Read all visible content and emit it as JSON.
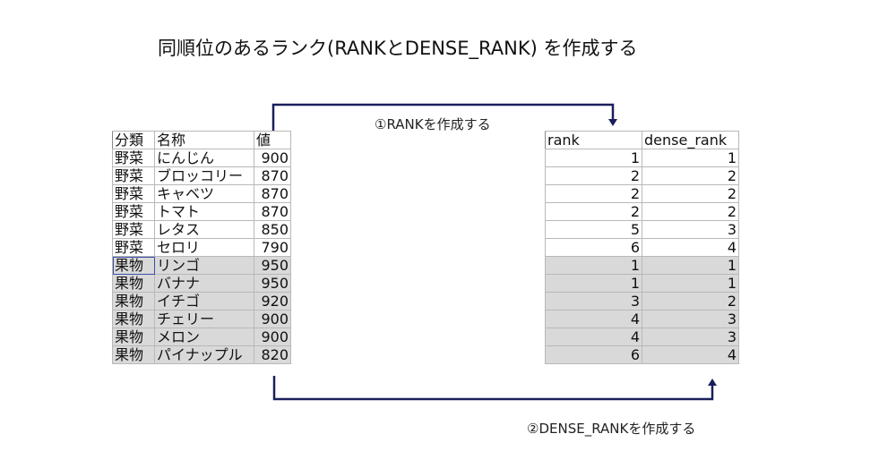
{
  "title": "同順位のあるランク(RANKとDENSE_RANK) を作成する",
  "arrow_labels": {
    "rank": "①RANKを作成する",
    "dense_rank": "②DENSE_RANKを作成する"
  },
  "colors": {
    "arrow": "#1a1f5c",
    "fruit_row_bg": "#d9d9d9",
    "grid_line": "#b8b8b8"
  },
  "source_table": {
    "headers": [
      "分類",
      "名称",
      "値"
    ],
    "rows": [
      {
        "category": "野菜",
        "name": "にんじん",
        "value": "900"
      },
      {
        "category": "野菜",
        "name": "ブロッコリー",
        "value": "870"
      },
      {
        "category": "野菜",
        "name": "キャベツ",
        "value": "870"
      },
      {
        "category": "野菜",
        "name": "トマト",
        "value": "870"
      },
      {
        "category": "野菜",
        "name": "レタス",
        "value": "850"
      },
      {
        "category": "野菜",
        "name": "セロリ",
        "value": "790"
      },
      {
        "category": "果物",
        "name": "リンゴ",
        "value": "950"
      },
      {
        "category": "果物",
        "name": "バナナ",
        "value": "950"
      },
      {
        "category": "果物",
        "name": "イチゴ",
        "value": "920"
      },
      {
        "category": "果物",
        "name": "チェリー",
        "value": "900"
      },
      {
        "category": "果物",
        "name": "メロン",
        "value": "900"
      },
      {
        "category": "果物",
        "name": "パイナップル",
        "value": "820"
      }
    ]
  },
  "result_table": {
    "headers": [
      "rank",
      "dense_rank"
    ],
    "rows": [
      {
        "rank": "1",
        "dense_rank": "1"
      },
      {
        "rank": "2",
        "dense_rank": "2"
      },
      {
        "rank": "2",
        "dense_rank": "2"
      },
      {
        "rank": "2",
        "dense_rank": "2"
      },
      {
        "rank": "5",
        "dense_rank": "3"
      },
      {
        "rank": "6",
        "dense_rank": "4"
      },
      {
        "rank": "1",
        "dense_rank": "1"
      },
      {
        "rank": "1",
        "dense_rank": "1"
      },
      {
        "rank": "3",
        "dense_rank": "2"
      },
      {
        "rank": "4",
        "dense_rank": "3"
      },
      {
        "rank": "4",
        "dense_rank": "3"
      },
      {
        "rank": "6",
        "dense_rank": "4"
      }
    ]
  }
}
